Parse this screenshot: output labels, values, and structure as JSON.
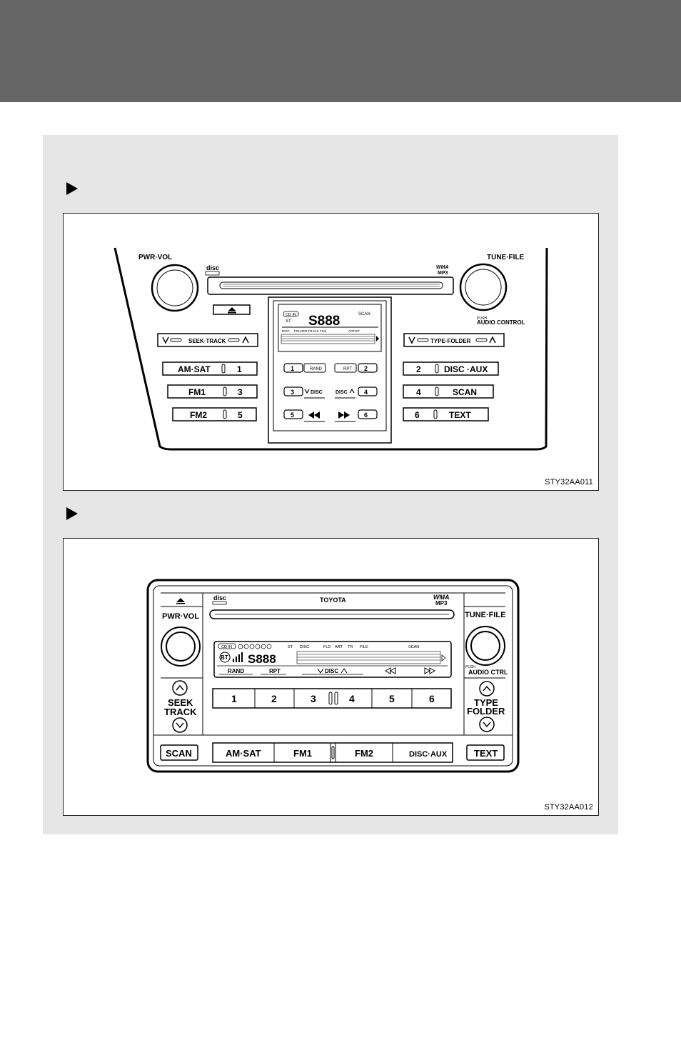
{
  "figure1": {
    "code": "STY32AA011",
    "knob_left": "PWR·VOL",
    "knob_right": "TUNE·FILE",
    "push": "PUSH",
    "audio_control": "AUDIO  CONTROL",
    "wma": "WMA",
    "mp3": "MP3",
    "seek_track": "SEEK·TRACK",
    "type_folder": "TYPE·FOLDER",
    "am_sat": "AM·SAT",
    "fm1": "FM1",
    "fm2": "FM2",
    "disc_aux": "DISC ·AUX",
    "scan": "SCAN",
    "text": "TEXT",
    "presets": [
      "1",
      "2",
      "3",
      "4",
      "5",
      "6"
    ],
    "display": {
      "cd_in": "CD IN",
      "st": "ST",
      "digits": "S888",
      "scan": "SCAN",
      "disc": "DISC",
      "folder_track_file": "FOLDER TRACK FILE",
      "artist": "ARTIST",
      "rand": "RAND",
      "rpt": "RPT",
      "disc_down": "DISC",
      "disc_up": "DISC"
    }
  },
  "figure2": {
    "code": "STY32AA012",
    "brand": "TOYOTA",
    "wma": "WMA",
    "mp3": "MP3",
    "pwr_vol": "PWR·VOL",
    "tune_file": "TUNE·FILE",
    "push": "PUSH",
    "audio_ctrl": "AUDIO CTRL",
    "seek": "SEEK",
    "track": "TRACK",
    "type": "TYPE",
    "folder": "FOLDER",
    "presets": [
      "1",
      "2",
      "3",
      "4",
      "5",
      "6"
    ],
    "scan": "SCAN",
    "am_sat": "AM·SAT",
    "fm1": "FM1",
    "fm2": "FM2",
    "disc_aux": "DISC·AUX",
    "text": "TEXT",
    "display": {
      "cd_in": "CD IN",
      "bt": "BT",
      "st": "ST",
      "disc": "DISC",
      "fld": "FLD",
      "art": "ART",
      "tr": "TR",
      "file": "FILE",
      "scan": "SCAN",
      "digits": "S888",
      "rand": "RAND",
      "rpt": "RPT",
      "disc_mid": "DISC"
    }
  }
}
